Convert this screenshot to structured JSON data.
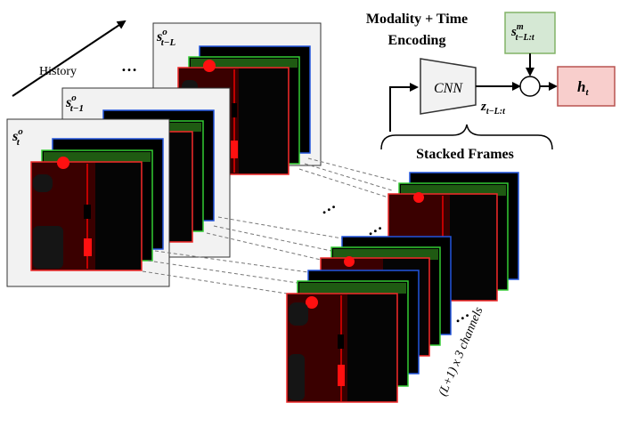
{
  "labels": {
    "history": "History",
    "dots": "…",
    "modality_line1": "Modality + Time",
    "modality_line2": "Encoding",
    "stacked_frames": "Stacked Frames",
    "channels": "(L+1) x 3 channels"
  },
  "math": {
    "s_t_base": "s",
    "s_t_sup": "o",
    "s_t_sub": "t",
    "s_t1_sub": "t−1",
    "s_tl_sub": "t−L",
    "cnn": "CNN",
    "z_base": "z",
    "z_sub": "t−L:t",
    "sm_base": "s",
    "sm_sup": "m",
    "sm_sub": "t−L:t",
    "h_base": "h",
    "h_sub": "t"
  },
  "colors": {
    "frame_red": "#ee2a2a",
    "frame_green": "#33cc33",
    "frame_blue": "#2255dd",
    "panel_fill": "#f2f2f2",
    "cnn_fill": "#f2f2f2",
    "sm_fill": "#d5e8d4",
    "sm_stroke": "#82b366",
    "h_fill": "#f8cecc",
    "h_stroke": "#b85450"
  }
}
